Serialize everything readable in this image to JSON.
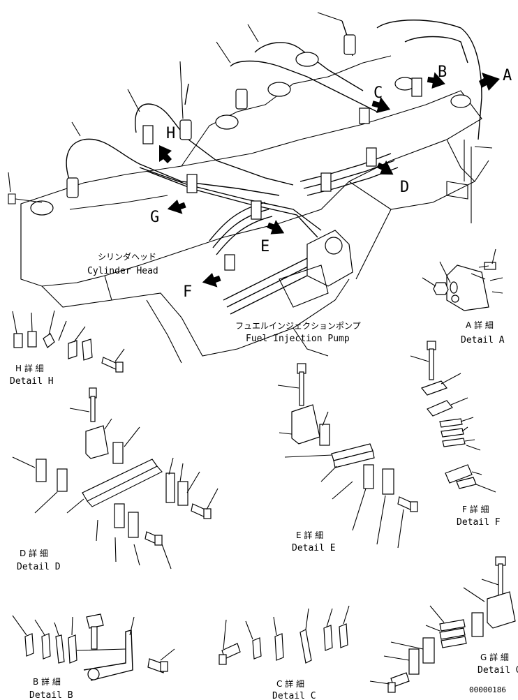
{
  "callouts": {
    "A": "A",
    "B": "B",
    "C": "C",
    "D": "D",
    "E": "E",
    "F": "F",
    "G": "G",
    "H": "H"
  },
  "labels": {
    "cylinder_head_jp": "シリンダヘッド",
    "cylinder_head_en": "Cylinder Head",
    "fuel_pump_jp": "フュエルインジェクションポンプ",
    "fuel_pump_en": "Fuel Injection Pump"
  },
  "details": {
    "A": {
      "jp": "A 詳 細",
      "en": "Detail A"
    },
    "B": {
      "jp": "B 詳 細",
      "en": "Detail B"
    },
    "C": {
      "jp": "C 詳 細",
      "en": "Detail C"
    },
    "D": {
      "jp": "D 詳 細",
      "en": "Detail D"
    },
    "E": {
      "jp": "E 詳 細",
      "en": "Detail E"
    },
    "F": {
      "jp": "F 詳 細",
      "en": "Detail F"
    },
    "G": {
      "jp": "G 詳 細",
      "en": "Detail G"
    },
    "H": {
      "jp": "H 詳 細",
      "en": "Detail H"
    }
  },
  "drawing_number": "00000186"
}
